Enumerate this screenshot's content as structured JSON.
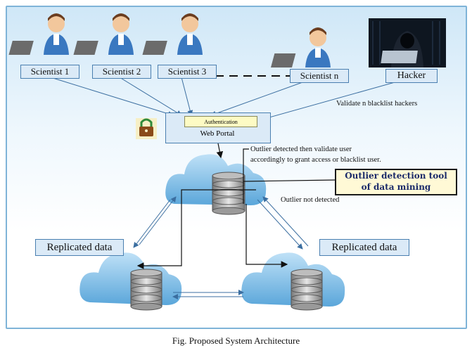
{
  "figure": {
    "caption": "Fig. Proposed System Architecture",
    "users": [
      {
        "label": "Scientist 1"
      },
      {
        "label": "Scientist 2"
      },
      {
        "label": "Scientist 3"
      },
      {
        "label": "Scientist n"
      }
    ],
    "hacker_label": "Hacker",
    "validate_text": "Validate n blacklist hackers",
    "authentication_label": "Authentication",
    "portal_label": "Web Portal",
    "outlier_detected_line1": "Outlier detected  then validate user",
    "outlier_detected_line2": "accordingly   to grant access  or blacklist user.",
    "tool_line1": "Outlier detection tool",
    "tool_line2": "of data mining",
    "not_detected_text": "Outlier not detected",
    "replicated_left": "Replicated data",
    "replicated_right": "Replicated data"
  },
  "colors": {
    "box_fill": "#dbeaf7",
    "box_border": "#4a7fb0",
    "tool_fill": "#fff9d6",
    "cloud": "#8cc4ea",
    "person_shirt": "#3a78c0"
  }
}
